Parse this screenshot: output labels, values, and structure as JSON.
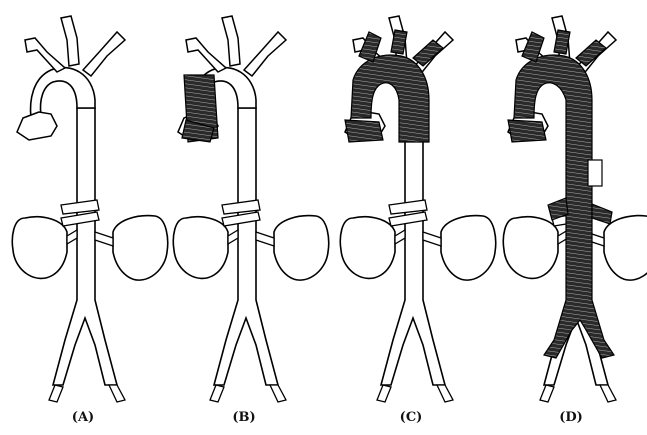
{
  "panels": [
    {
      "label": "(A)",
      "repair": "none"
    },
    {
      "label": "(B)",
      "repair": "ascending-graft"
    },
    {
      "label": "(C)",
      "repair": "ascending-arch-graft"
    },
    {
      "label": "(D)",
      "repair": "total-aortic-graft"
    }
  ]
}
